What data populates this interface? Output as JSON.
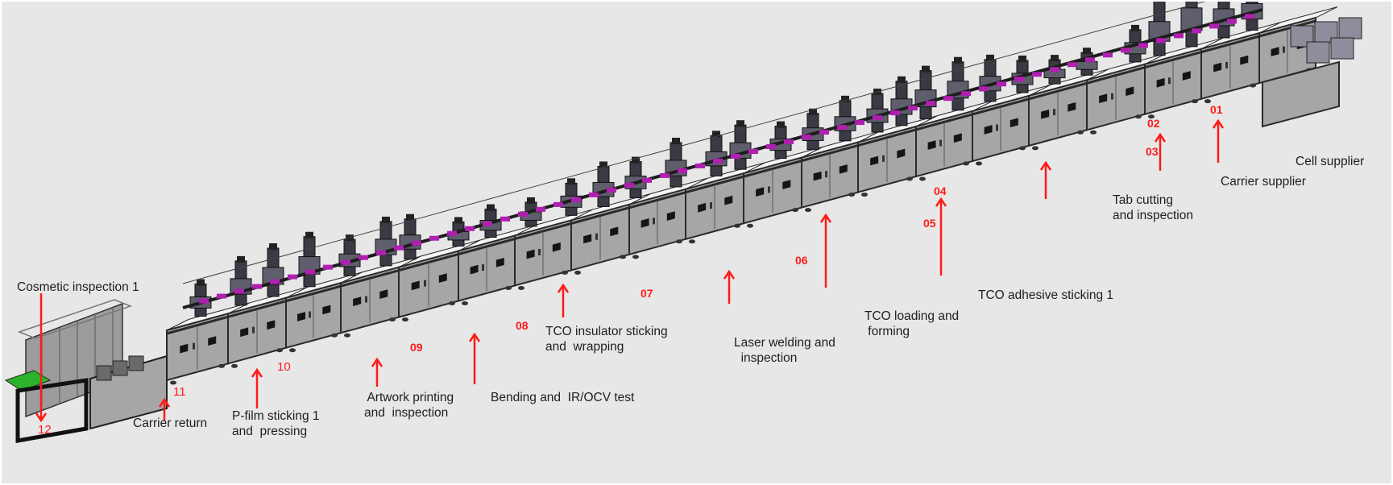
{
  "diagram": {
    "type": "production-line-layout",
    "colors": {
      "background": "#e7e7e7",
      "annotation": "#ff1a1a",
      "label_text": "#1e1e1e",
      "cabinet": "#a6a6a6",
      "frame": "#2a2a2a",
      "conveyor_carrier": "#b01fb0"
    },
    "stations": [
      {
        "id": "01",
        "label": "Cell supplier"
      },
      {
        "id": "02",
        "label": "Carrier supplier"
      },
      {
        "id": "03",
        "label": "Tab cutting\nand inspection"
      },
      {
        "id": "04",
        "label": "TCO adhesive sticking 1"
      },
      {
        "id": "05",
        "label": "TCO loading and\n forming"
      },
      {
        "id": "06",
        "label": "Laser welding and\n  inspection"
      },
      {
        "id": "07",
        "label": "TCO insulator sticking\nand  wrapping"
      },
      {
        "id": "08",
        "label": "Bending and  IR/OCV test"
      },
      {
        "id": "09",
        "label": " Artwork printing\nand  inspection"
      },
      {
        "id": "10",
        "label": "P-film sticking 1\nand  pressing"
      },
      {
        "id": "11",
        "label": "Carrier return"
      },
      {
        "id": "12",
        "label": "Cosmetic inspection 1"
      }
    ]
  }
}
